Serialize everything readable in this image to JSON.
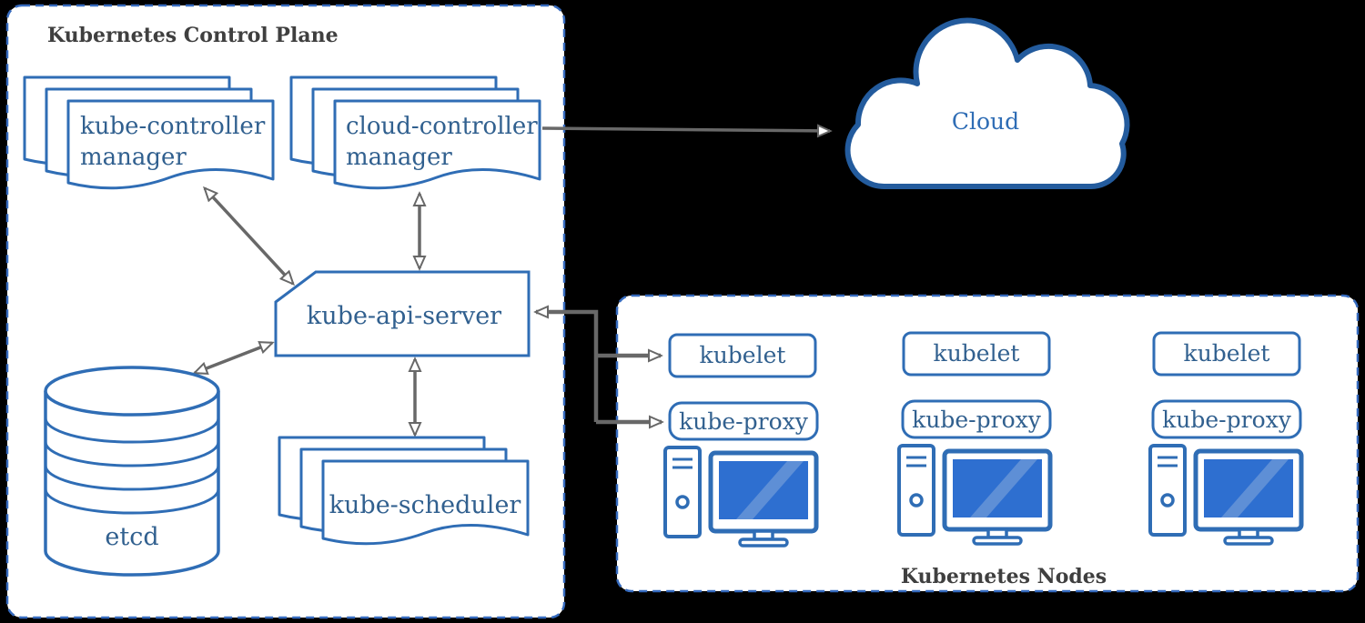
{
  "control_plane": {
    "title": "Kubernetes Control Plane",
    "components": {
      "kube_controller_manager": {
        "lines": [
          "kube-controller",
          "manager"
        ]
      },
      "cloud_controller_manager": {
        "lines": [
          "cloud-controller",
          "manager"
        ]
      },
      "kube_api_server": {
        "label": "kube-api-server"
      },
      "etcd": {
        "label": "etcd"
      },
      "kube_scheduler": {
        "label": "kube-scheduler"
      }
    }
  },
  "cloud": {
    "label": "Cloud"
  },
  "nodes_panel": {
    "title": "Kubernetes Nodes",
    "nodes": [
      {
        "kubelet": "kubelet",
        "kube_proxy": "kube-proxy"
      },
      {
        "kubelet": "kubelet",
        "kube_proxy": "kube-proxy"
      },
      {
        "kubelet": "kubelet",
        "kube_proxy": "kube-proxy"
      }
    ]
  },
  "colors": {
    "shape_stroke": "#2f6db5",
    "label_text": "#31608f",
    "title_text": "#3f3f3f",
    "panel_border": "#366bbf",
    "cloud_stroke": "#235b9d",
    "arrow_gray": "#686868",
    "screen_fill": "#2e6fd0",
    "panel_fill": "#ffffff",
    "background": "#000000"
  }
}
